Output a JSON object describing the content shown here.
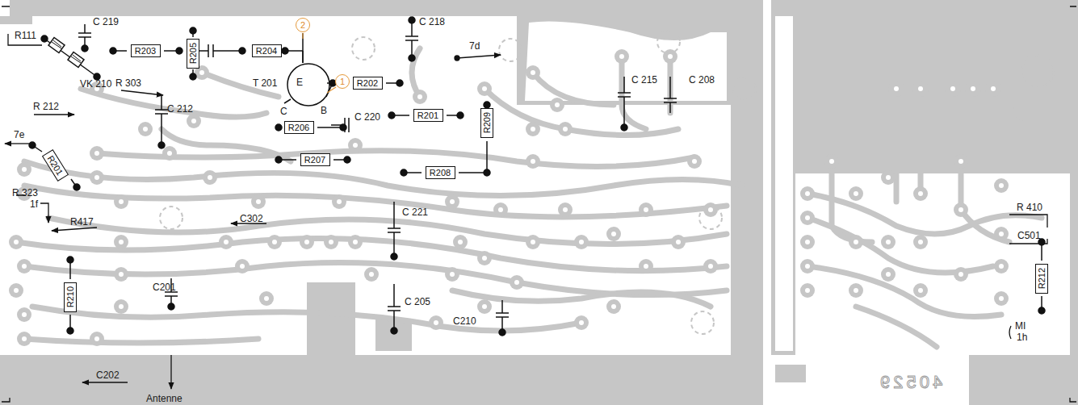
{
  "diagram": {
    "nodes": [
      {
        "text": [
          "R203"
        ]
      },
      {
        "text": [
          "R205"
        ]
      },
      {
        "text": [
          "R204"
        ]
      },
      {
        "text": [
          "2"
        ]
      },
      {
        "text": [
          "1"
        ]
      },
      {
        "text": [
          "R202"
        ]
      },
      {
        "text": [
          "R201"
        ]
      },
      {
        "text": [
          "R206"
        ]
      },
      {
        "text": [
          "R207"
        ]
      },
      {
        "text": [
          "R209"
        ]
      },
      {
        "text": [
          "R208"
        ]
      },
      {
        "text": [
          "R201"
        ]
      },
      {
        "text": [
          "R210"
        ]
      },
      {
        "text": [
          "R212"
        ]
      }
    ],
    "labels": [
      "R111",
      "C 219",
      "VK 210",
      "R 303",
      "R 212",
      "7e",
      "R 323",
      "1f",
      "R417",
      "C 212",
      "T 201",
      "E",
      "C",
      "B",
      "C 220",
      "C 218",
      "7d",
      "C 215",
      "C 208",
      "C302",
      "C 221",
      "C201",
      "C 205",
      "C210",
      "C202",
      "Antenne",
      "R 410",
      "C501",
      "MI",
      "1h",
      "40529"
    ]
  }
}
